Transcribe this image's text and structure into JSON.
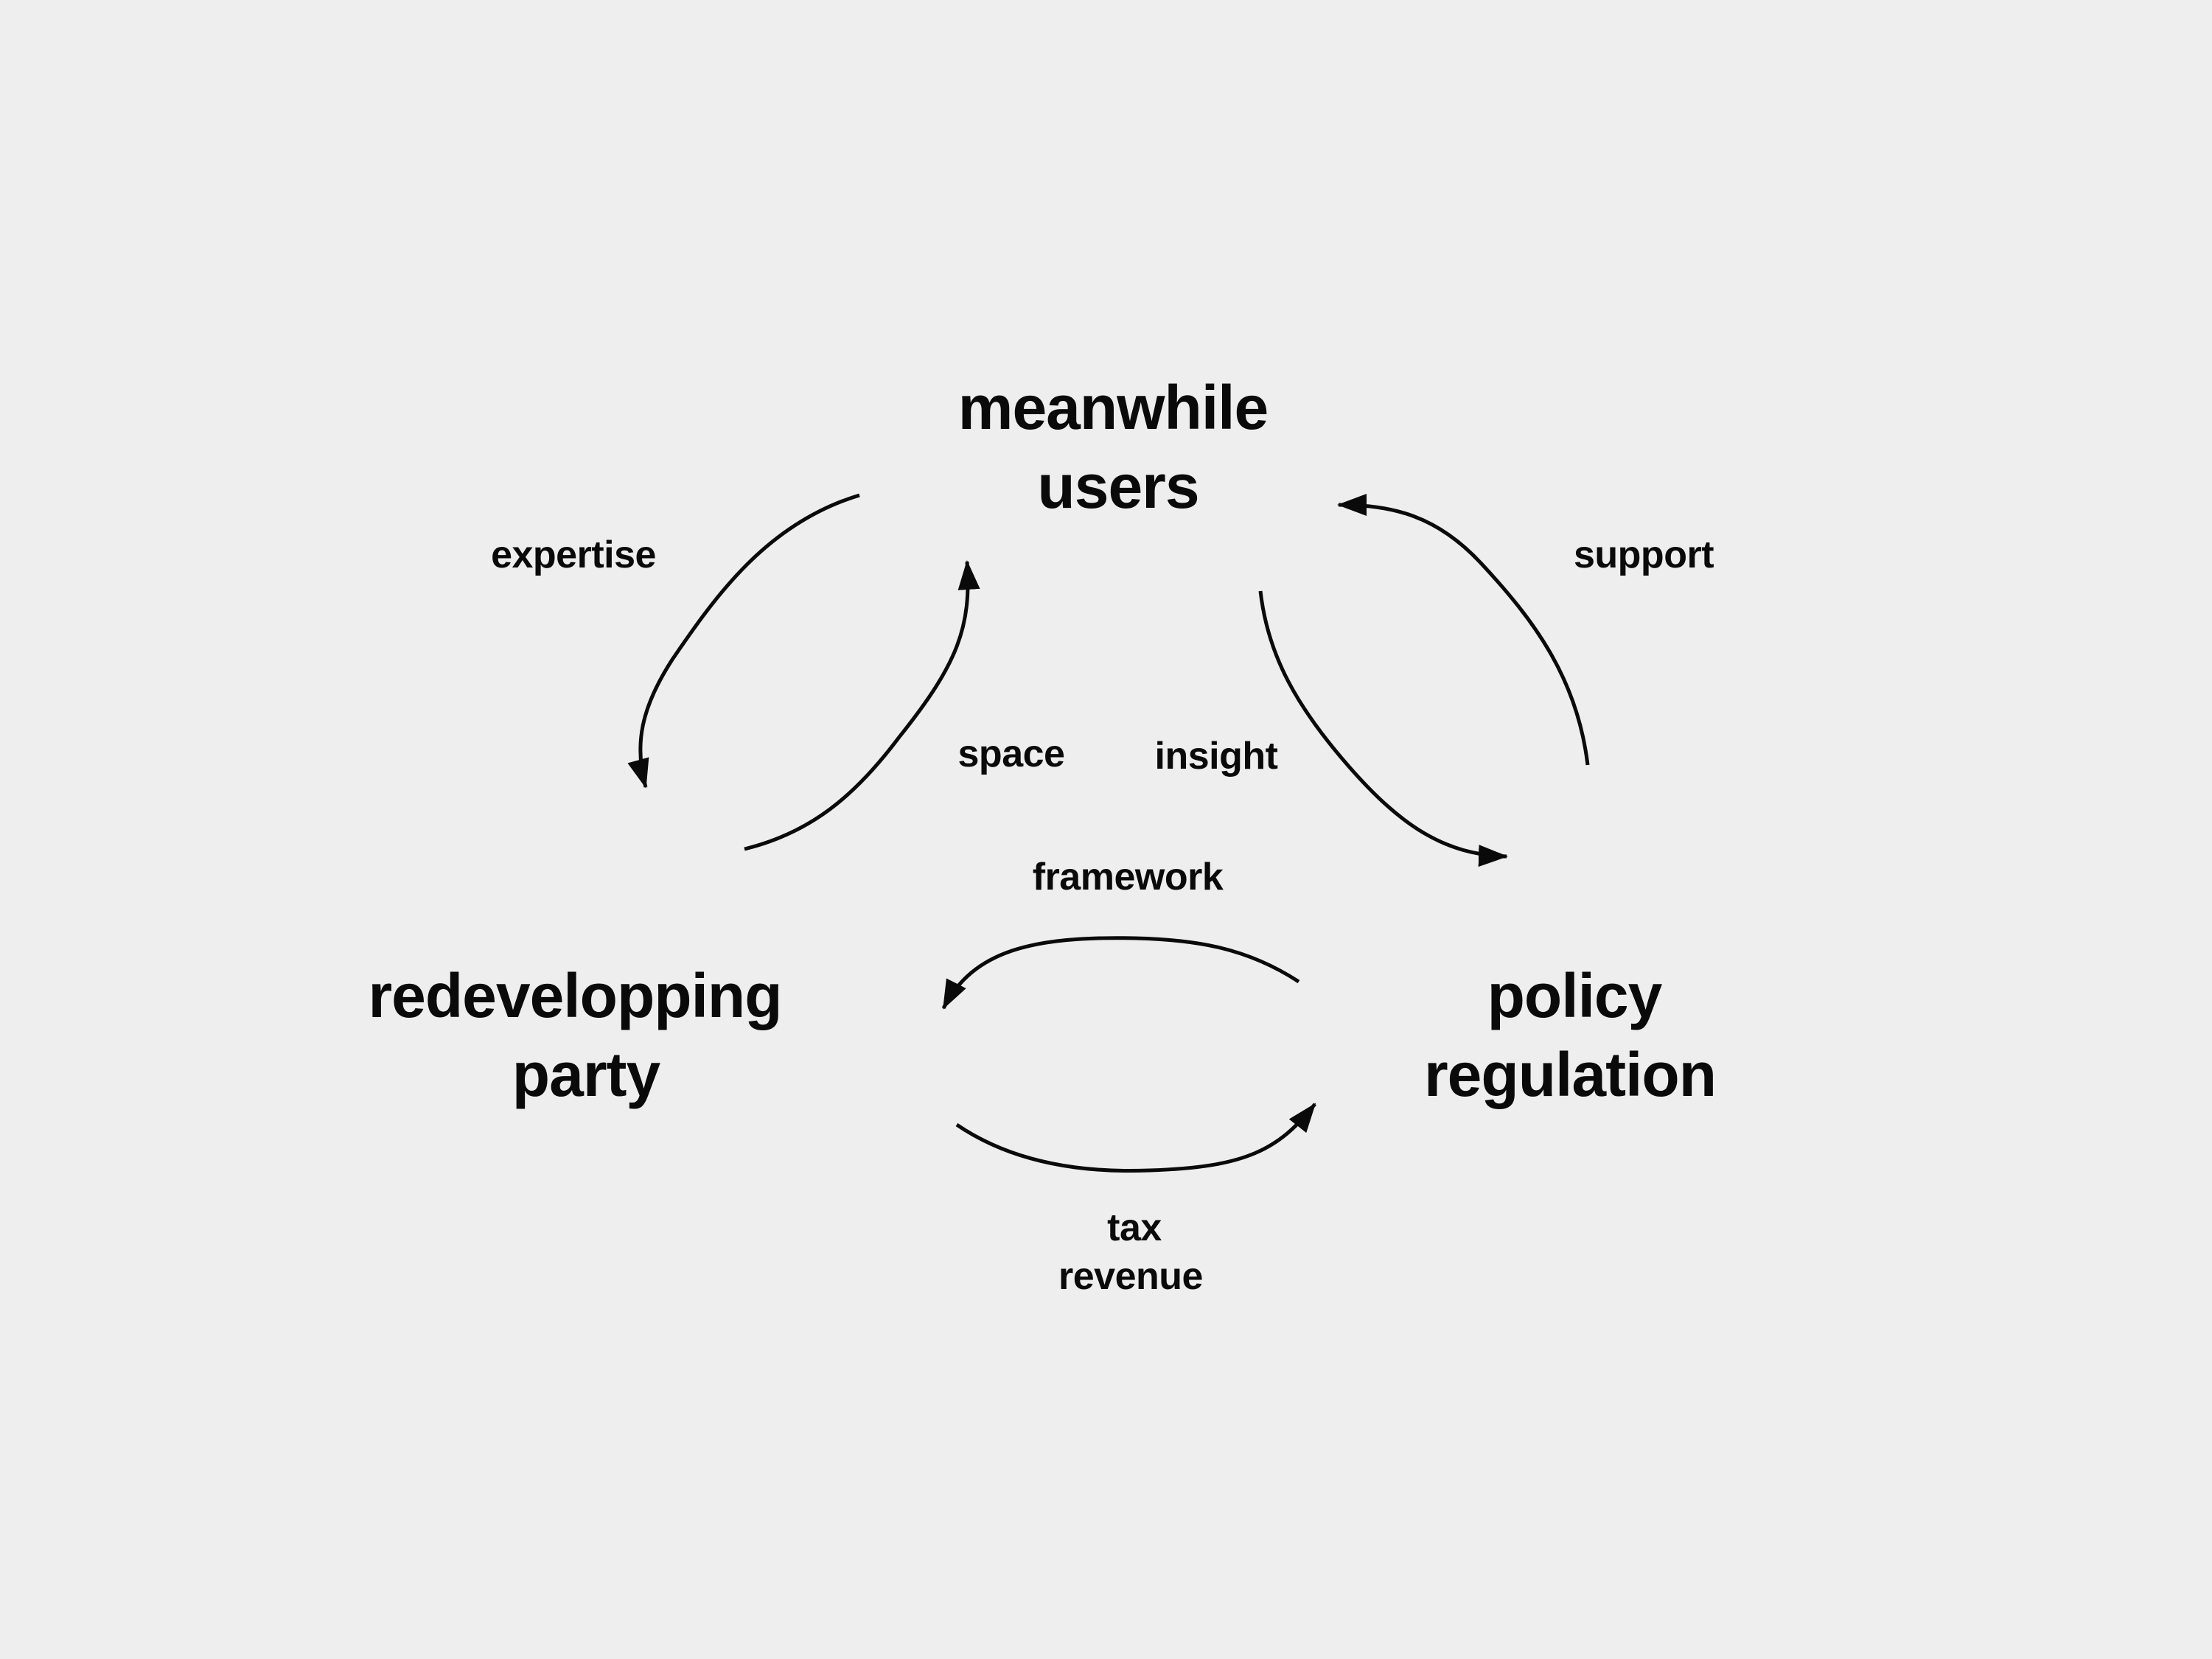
{
  "nodes": {
    "meanwhile_users": {
      "line1": "meanwhile",
      "line2": "users"
    },
    "redevelopping_party": {
      "line1": "redevelopping",
      "line2": "party"
    },
    "policy_regulation": {
      "line1": "policy",
      "line2": "regulation"
    }
  },
  "edges": {
    "expertise": {
      "label": "expertise",
      "from": "meanwhile users",
      "to": "redevelopping party"
    },
    "space": {
      "label": "space",
      "from": "redevelopping party",
      "to": "meanwhile users"
    },
    "insight": {
      "label": "insight",
      "from": "meanwhile users",
      "to": "policy regulation"
    },
    "support": {
      "label": "support",
      "from": "policy regulation",
      "to": "meanwhile users"
    },
    "framework": {
      "label": "framework",
      "from": "policy regulation",
      "to": "redevelopping party"
    },
    "tax_revenue": {
      "line1": "tax",
      "line2": "revenue",
      "from": "redevelopping party",
      "to": "policy regulation"
    }
  },
  "colors": {
    "background": "#eeeeee",
    "ink": "#0a0a0a"
  }
}
